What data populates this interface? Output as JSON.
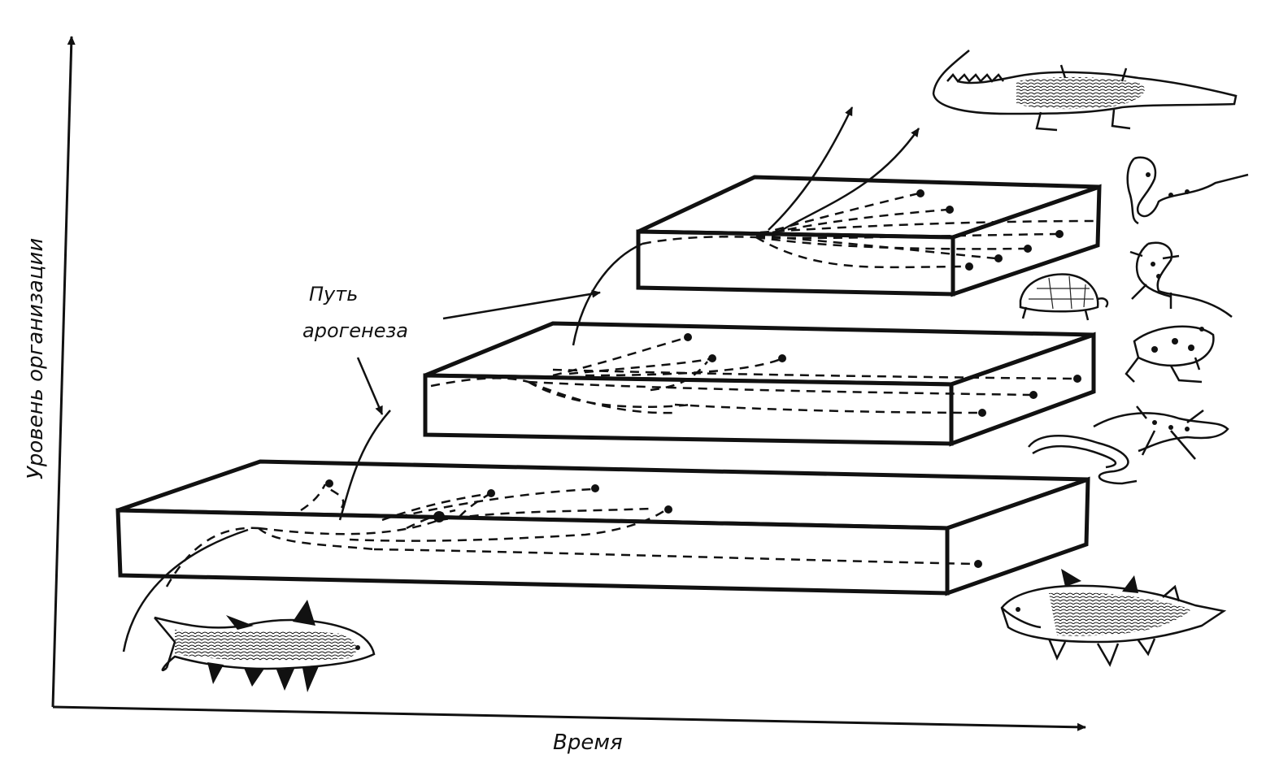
{
  "diagram": {
    "y_axis_label": "Уровень организации",
    "x_axis_label": "Время",
    "arrow_label_line1": "Путь",
    "arrow_label_line2": "арогенеза"
  },
  "icons": [
    "fish-icon",
    "coelacanth-icon",
    "salamander-icon",
    "frog-icon",
    "lizard-icon",
    "turtle-icon",
    "newt-icon",
    "crocodile-icon"
  ]
}
